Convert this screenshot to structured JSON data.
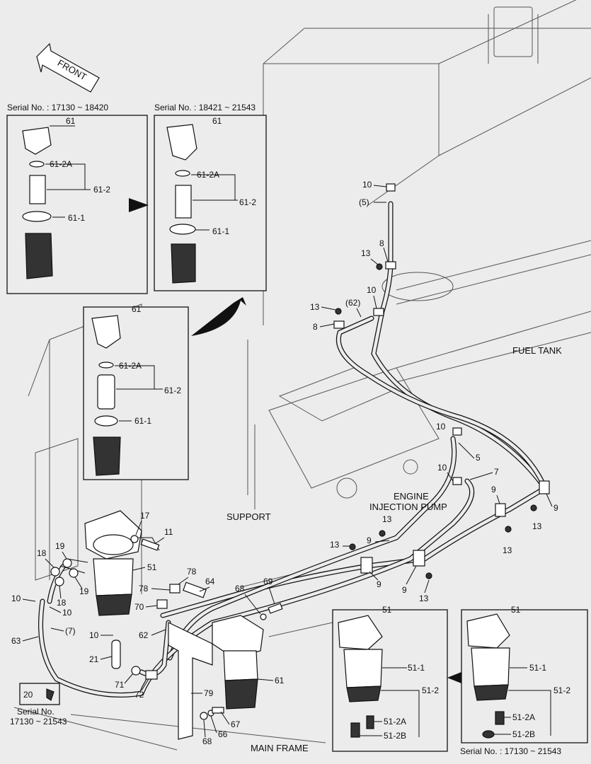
{
  "front_arrow": {
    "label": "FRONT"
  },
  "serial_top_left": "Serial No. : 17130 ~ 18420",
  "serial_top_mid": "Serial No. : 18421 ~ 21543",
  "serial_bottom_right": "Serial No. : 17130 ~ 21543",
  "serial_left": {
    "line1": "Serial No.",
    "line2": "17130 ~ 21543"
  },
  "areas": {
    "fuel_tank": "FUEL TANK",
    "engine_line1": "ENGINE",
    "engine_line2": "INJECTION PUMP",
    "support": "SUPPORT",
    "main_frame": "MAIN FRAME"
  },
  "inset_a": {
    "title": "61",
    "l1": "61-2A",
    "l2": "61-2",
    "l3": "61-1"
  },
  "inset_b": {
    "title": "61",
    "l1": "61-2A",
    "l2": "61-2",
    "l3": "61-1"
  },
  "inset_c": {
    "title": "61",
    "l1": "61-2A",
    "l2": "61-2",
    "l3": "61-1"
  },
  "inset_d": {
    "title": "51",
    "l1": "51-1",
    "l2": "51-2",
    "l3": "51-2A",
    "l4": "51-2B"
  },
  "inset_e": {
    "title": "51",
    "l1": "51-1",
    "l2": "51-2",
    "l3": "51-2A",
    "l4": "51-2B"
  },
  "callouts": {
    "c10a": "10",
    "c5p": "(5)",
    "c8a": "8",
    "c13a": "13",
    "c10b": "10",
    "c13b": "13",
    "c62p": "(62)",
    "c8b": "8",
    "c10c": "10",
    "c5": "5",
    "c10d": "10",
    "c7": "7",
    "c9a": "9",
    "c9b": "9",
    "c13c": "13",
    "c13d": "13",
    "c13e": "13",
    "c9c": "9",
    "c13f": "13",
    "c9d": "9",
    "c9e": "9",
    "c13g": "13",
    "c17": "17",
    "c11": "11",
    "c18a": "18",
    "c19a": "19",
    "c51": "51",
    "c19b": "19",
    "c18b": "18",
    "c10e": "10",
    "c10f": "10",
    "c7p": "(7)",
    "c63": "63",
    "c10g": "10",
    "c21": "21",
    "c78a": "78",
    "c78b": "78",
    "c64": "64",
    "c68a": "68",
    "c69": "69",
    "c70": "70",
    "c62": "62",
    "c71": "71",
    "c72": "72",
    "c79": "79",
    "c61": "61",
    "c67": "67",
    "c66": "66",
    "c68b": "68",
    "c20": "20"
  }
}
